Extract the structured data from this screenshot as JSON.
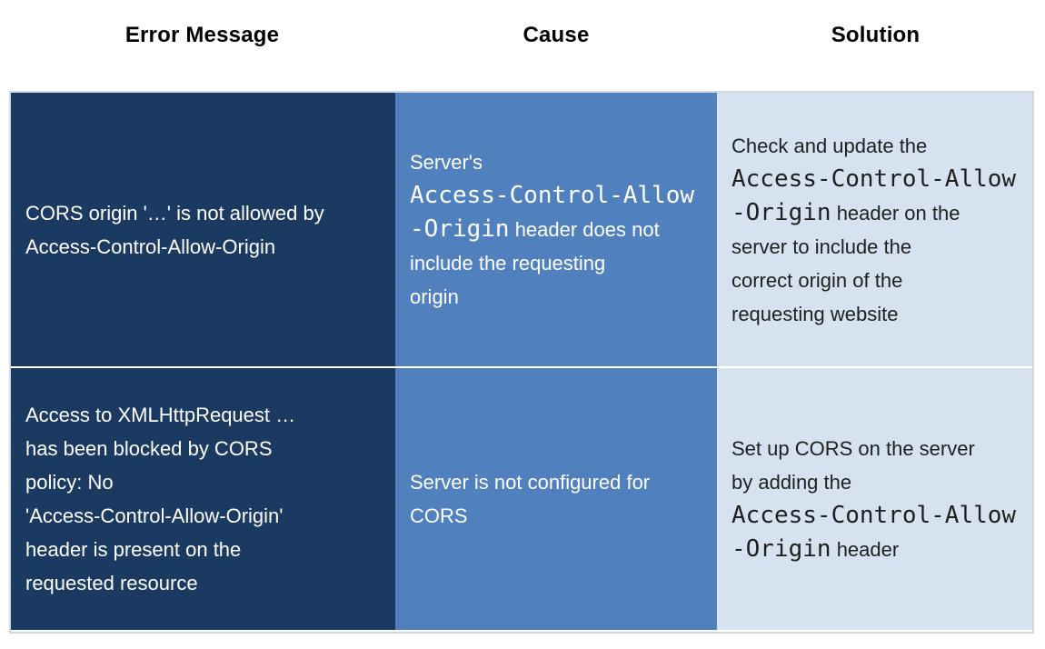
{
  "table": {
    "headers": [
      {
        "label": "Error Message"
      },
      {
        "label": "Cause"
      },
      {
        "label": "Solution"
      }
    ],
    "colors": {
      "error_column_bg": "#1b3a61",
      "cause_column_bg": "#5081be",
      "solution_column_bg": "#d7e2f0",
      "text_on_dark": "#ffffff",
      "text_on_light": "#1f1f1f",
      "header_text": "#000000",
      "row_divider": "#c3d1e4",
      "outer_border": "#d2d7e2"
    },
    "rows": [
      {
        "error": [
          {
            "t": "CORS origin '…' is not allowed by"
          },
          {
            "br": true,
            "t": "Access-Control-Allow-Origin"
          }
        ],
        "cause": [
          {
            "t": "Server's"
          },
          {
            "br": true,
            "mono": true,
            "t": "Access-Control-Allow"
          },
          {
            "br": true,
            "mono": true,
            "t": "-Origin"
          },
          {
            "t": " header does not"
          },
          {
            "br": true,
            "t": "include the requesting"
          },
          {
            "br": true,
            "t": "origin"
          }
        ],
        "solution": [
          {
            "t": "Check and update the"
          },
          {
            "br": true,
            "mono": true,
            "t": "Access-Control-Allow"
          },
          {
            "br": true,
            "mono": true,
            "t": "-Origin"
          },
          {
            "t": " header on the"
          },
          {
            "br": true,
            "t": "server to include the"
          },
          {
            "br": true,
            "t": "correct origin of the"
          },
          {
            "br": true,
            "t": "requesting website"
          }
        ]
      },
      {
        "error": [
          {
            "t": "Access to XMLHttpRequest …"
          },
          {
            "br": true,
            "t": "has been blocked by CORS"
          },
          {
            "br": true,
            "t": "policy: No"
          },
          {
            "br": true,
            "t": "'Access-Control-Allow-Origin'"
          },
          {
            "br": true,
            "t": "header is present on the"
          },
          {
            "br": true,
            "t": "requested resource"
          }
        ],
        "cause": [
          {
            "t": "Server is not configured for"
          },
          {
            "br": true,
            "t": "CORS"
          }
        ],
        "solution": [
          {
            "t": "Set up CORS on the server"
          },
          {
            "br": true,
            "t": "by adding the"
          },
          {
            "br": true,
            "mono": true,
            "t": "Access-Control-Allow"
          },
          {
            "br": true,
            "mono": true,
            "t": "-Origin"
          },
          {
            "t": " header"
          }
        ]
      }
    ]
  }
}
